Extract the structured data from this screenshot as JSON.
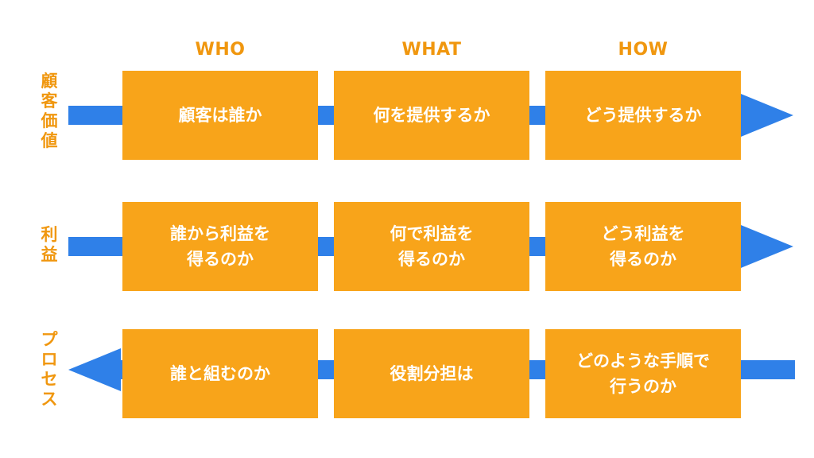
{
  "colors": {
    "accent": "#f0970f",
    "box": "#f8a41a",
    "arrow": "#2f80e8",
    "box_text": "#ffffff"
  },
  "columns": [
    "WHO",
    "WHAT",
    "HOW"
  ],
  "rows": [
    {
      "label": "顧客価値",
      "direction": "right",
      "cells": [
        "顧客は誰か",
        "何を提供するか",
        "どう提供するか"
      ]
    },
    {
      "label": "利益",
      "direction": "right",
      "cells": [
        "誰から利益を\n得るのか",
        "何で利益を\n得るのか",
        "どう利益を\n得るのか"
      ]
    },
    {
      "label": "プロセス",
      "direction": "left",
      "cells": [
        "誰と組むのか",
        "役割分担は",
        "どのような手順で\n行うのか"
      ]
    }
  ]
}
